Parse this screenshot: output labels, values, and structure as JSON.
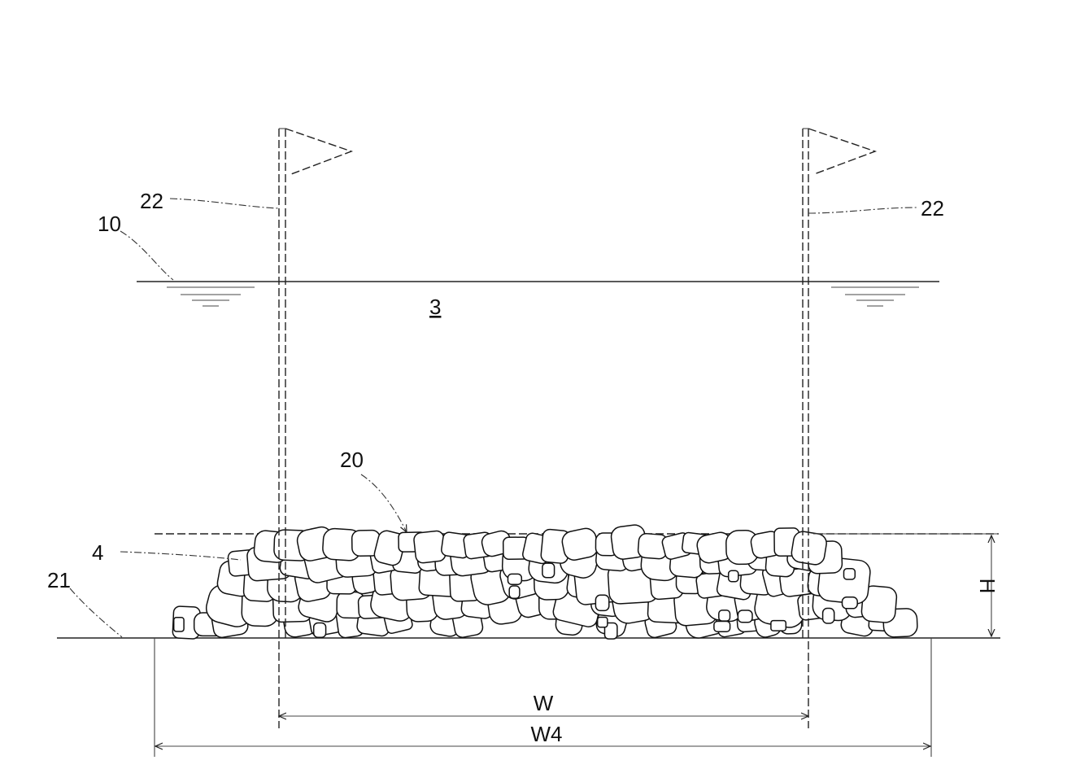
{
  "figure": {
    "labels": {
      "pole_left": "22",
      "pole_right": "22",
      "water_surface": "10",
      "water_body": "3",
      "mound_top": "20",
      "stones": "4",
      "seabed": "21",
      "height": "H",
      "width_top": "W",
      "width_bottom": "W4"
    }
  }
}
